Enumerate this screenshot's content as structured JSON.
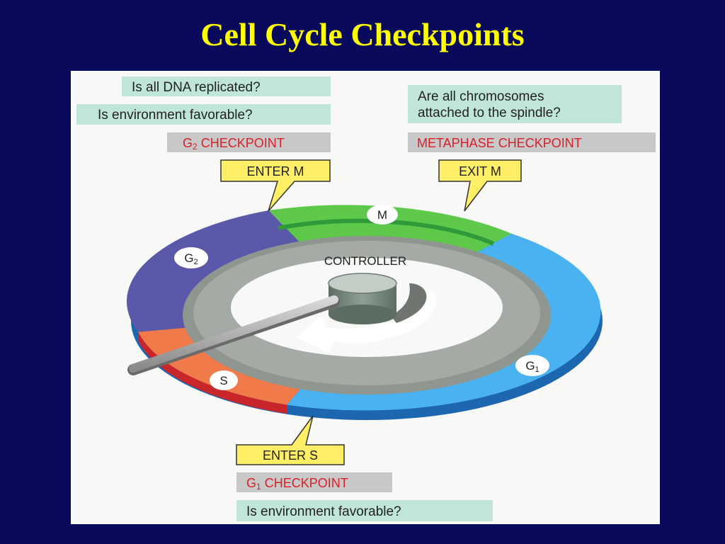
{
  "slide": {
    "title": "Cell Cycle Checkpoints",
    "colors": {
      "background": "#0a0a5c",
      "title": "#ffff00"
    }
  },
  "diagram": {
    "g2_questions": [
      "Is all DNA replicated?",
      "Is environment favorable?"
    ],
    "g2_checkpoint": {
      "main": "G",
      "sub": "2",
      "rest": " CHECKPOINT"
    },
    "metaphase_question_lines": [
      "Are all chromosomes",
      "attached to the spindle?"
    ],
    "metaphase_checkpoint": "METAPHASE CHECKPOINT",
    "callouts": {
      "enter_m": "ENTER M",
      "exit_m": "EXIT M",
      "enter_s": "ENTER S"
    },
    "g1_checkpoint": {
      "main": "G",
      "sub": "1",
      "rest": " CHECKPOINT"
    },
    "g1_question": "Is environment favorable?",
    "controller_label": "CONTROLLER",
    "phases": {
      "m": {
        "label": "M",
        "color": "#5dc84a"
      },
      "g2": {
        "main": "G",
        "sub": "2",
        "color": "#5a58a8"
      },
      "s": {
        "label": "S",
        "color": "#f07a4a"
      },
      "g1": {
        "main": "G",
        "sub": "1",
        "color": "#4ab2f0"
      }
    },
    "colors": {
      "question_box": "#bfe6d8",
      "checkpoint_box": "#c8c8c8",
      "checkpoint_text": "#d8202a",
      "callout": "#ffee66"
    }
  }
}
